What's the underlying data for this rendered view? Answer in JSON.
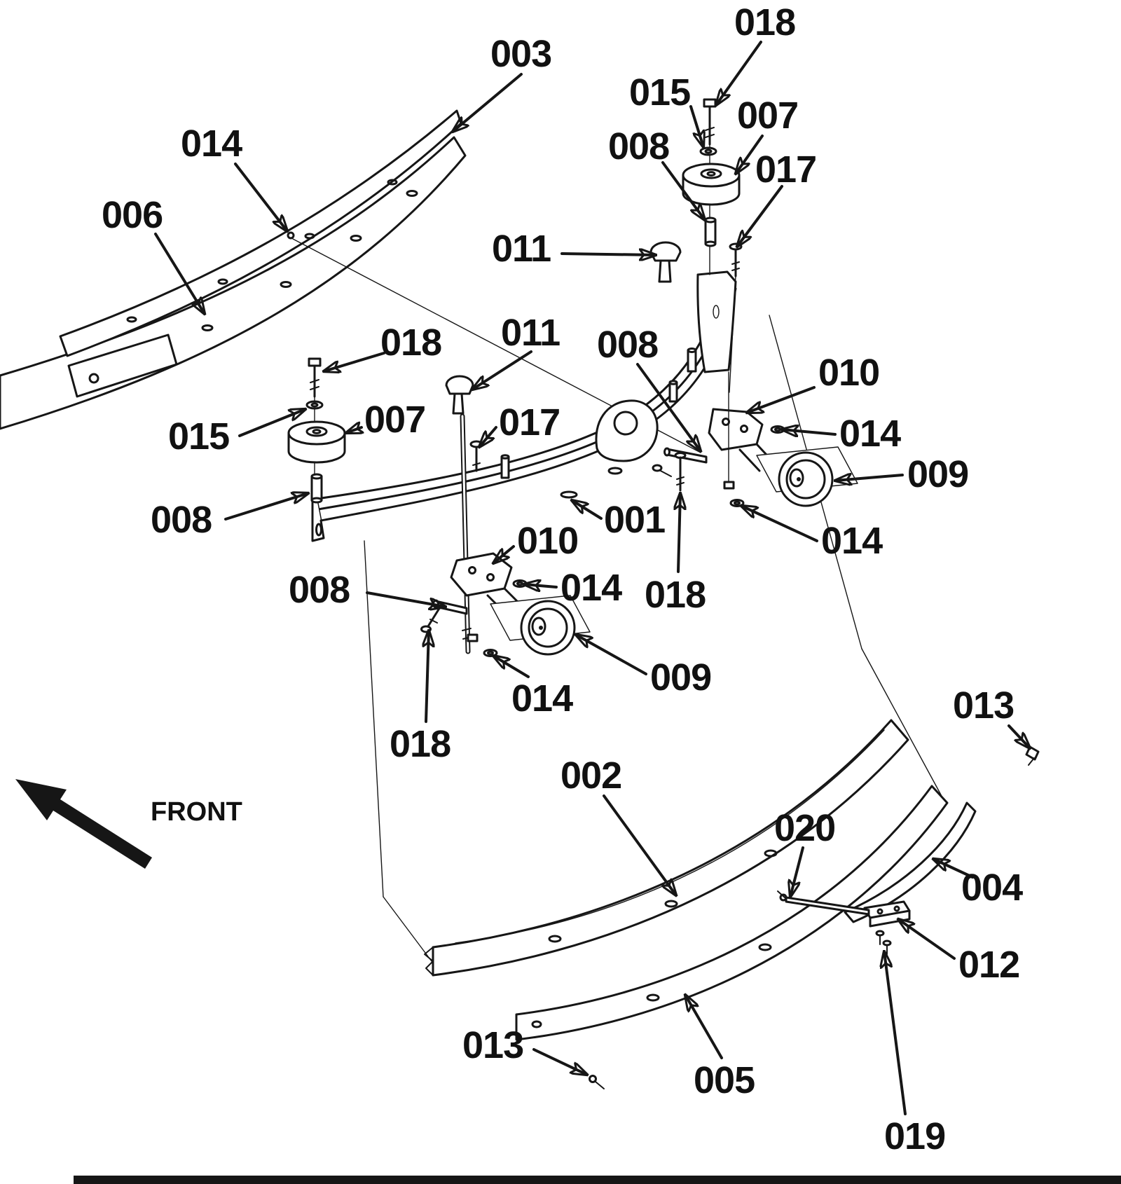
{
  "diagram": {
    "front_label": "FRONT",
    "callouts": [
      {
        "label": "018"
      },
      {
        "label": "003"
      },
      {
        "label": "015"
      },
      {
        "label": "007"
      },
      {
        "label": "008"
      },
      {
        "label": "017"
      },
      {
        "label": "014"
      },
      {
        "label": "006"
      },
      {
        "label": "011"
      },
      {
        "label": "011"
      },
      {
        "label": "008"
      },
      {
        "label": "018"
      },
      {
        "label": "010"
      },
      {
        "label": "014"
      },
      {
        "label": "007"
      },
      {
        "label": "015"
      },
      {
        "label": "017"
      },
      {
        "label": "009"
      },
      {
        "label": "008"
      },
      {
        "label": "001"
      },
      {
        "label": "010"
      },
      {
        "label": "014"
      },
      {
        "label": "008"
      },
      {
        "label": "014"
      },
      {
        "label": "018"
      },
      {
        "label": "009"
      },
      {
        "label": "014"
      },
      {
        "label": "018"
      },
      {
        "label": "013"
      },
      {
        "label": "002"
      },
      {
        "label": "020"
      },
      {
        "label": "004"
      },
      {
        "label": "012"
      },
      {
        "label": "013"
      },
      {
        "label": "005"
      },
      {
        "label": "019"
      }
    ]
  }
}
